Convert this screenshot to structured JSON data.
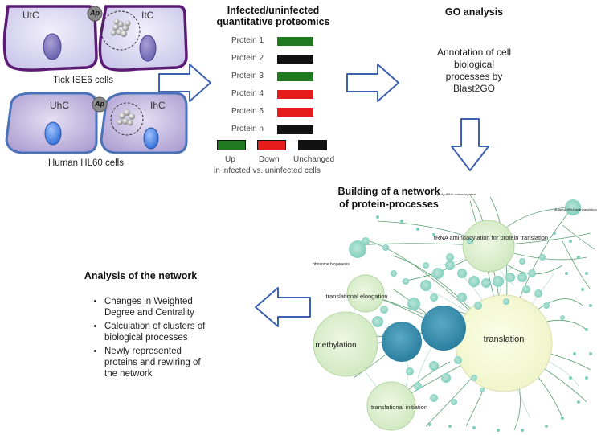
{
  "cells": {
    "tick": {
      "uninfected": "UtC",
      "infected": "ItC",
      "pathogen": "Ap",
      "caption": "Tick ISE6 cells"
    },
    "human": {
      "uninfected": "UhC",
      "infected": "IhC",
      "pathogen": "Ap",
      "caption": "Human HL60 cells"
    }
  },
  "proteomics": {
    "title_line1": "Infected/uninfected",
    "title_line2": "quantitative proteomics",
    "proteins": [
      {
        "label": "Protein 1",
        "color": "#1f7a1f"
      },
      {
        "label": "Protein 2",
        "color": "#111111"
      },
      {
        "label": "Protein 3",
        "color": "#1f7a1f"
      },
      {
        "label": "Protein 4",
        "color": "#e61c1c"
      },
      {
        "label": "Protein 5",
        "color": "#e61c1c"
      },
      {
        "label": "Protein n",
        "color": "#111111"
      }
    ],
    "legend": [
      {
        "label": "Up",
        "color": "#1f7a1f"
      },
      {
        "label": "Down",
        "color": "#e61c1c"
      },
      {
        "label": "Unchanged",
        "color": "#111111"
      }
    ],
    "legend_caption": "in infected vs. uninfected cells"
  },
  "go": {
    "title": "GO analysis",
    "line1": "Annotation of cell",
    "line2": "biological",
    "line3": "processes by",
    "line4": "Blast2GO"
  },
  "network": {
    "title_line1": "Building of a network",
    "title_line2": "of protein-processes",
    "node_labels": {
      "translation": "translation",
      "methylation": "methylation",
      "trna": "tRNA aminoacylation for protein translation",
      "elongation": "translational elongation",
      "initiation": "translational initiation",
      "ribosome": "ribosome biogenesis",
      "prolyl": "prolyl-tRNA aminoacylation",
      "glutamyl": "glutamyl-tRNA aminoacylation"
    }
  },
  "analysis": {
    "title": "Analysis of the network",
    "bullets": [
      {
        "l1": "Changes in Weighted",
        "l2": "Degree and Centrality",
        "l3": ""
      },
      {
        "l1": "Calculation of clusters of",
        "l2": "biological processes",
        "l3": ""
      },
      {
        "l1": "Newly represented",
        "l2": "proteins and rewiring of",
        "l3": "the network"
      }
    ]
  }
}
